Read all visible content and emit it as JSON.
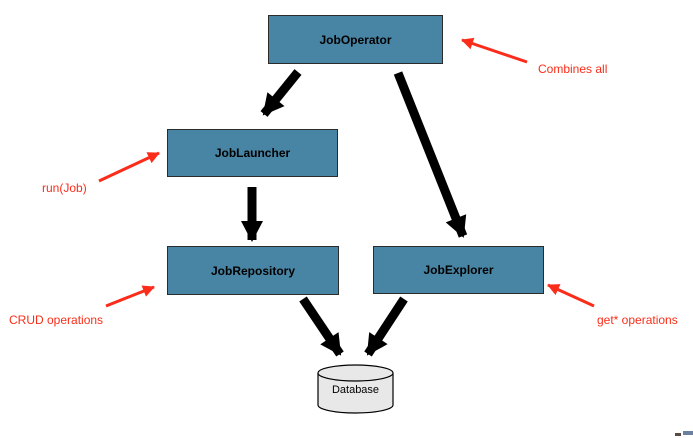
{
  "diagram": {
    "nodes": [
      {
        "id": "job-operator",
        "label": "JobOperator"
      },
      {
        "id": "job-launcher",
        "label": "JobLauncher"
      },
      {
        "id": "job-repository",
        "label": "JobRepository"
      },
      {
        "id": "job-explorer",
        "label": "JobExplorer"
      },
      {
        "id": "database",
        "label": "Database"
      }
    ],
    "annotations": [
      {
        "id": "combines-all",
        "label": "Combines all",
        "points_to": "JobOperator"
      },
      {
        "id": "run-job",
        "label": "run(Job)",
        "points_to": "JobLauncher"
      },
      {
        "id": "crud-operations",
        "label": "CRUD operations",
        "points_to": "JobRepository"
      },
      {
        "id": "get-operations",
        "label": "get* operations",
        "points_to": "JobExplorer"
      }
    ],
    "edges": [
      {
        "from": "JobOperator",
        "to": "JobLauncher",
        "style": "thick-black"
      },
      {
        "from": "JobOperator",
        "to": "JobExplorer",
        "style": "thick-black"
      },
      {
        "from": "JobLauncher",
        "to": "JobRepository",
        "style": "thick-black"
      },
      {
        "from": "JobRepository",
        "to": "Database",
        "style": "thick-black"
      },
      {
        "from": "JobExplorer",
        "to": "Database",
        "style": "thick-black"
      }
    ],
    "colors": {
      "background": "#ffffff",
      "node_fill": "#4884a3",
      "node_border": "#2b2b2b",
      "node_text": "#000000",
      "annotation_red": "#fb2d1a",
      "arrow_black": "#000000",
      "db_fill": "#e8e8e8"
    }
  }
}
